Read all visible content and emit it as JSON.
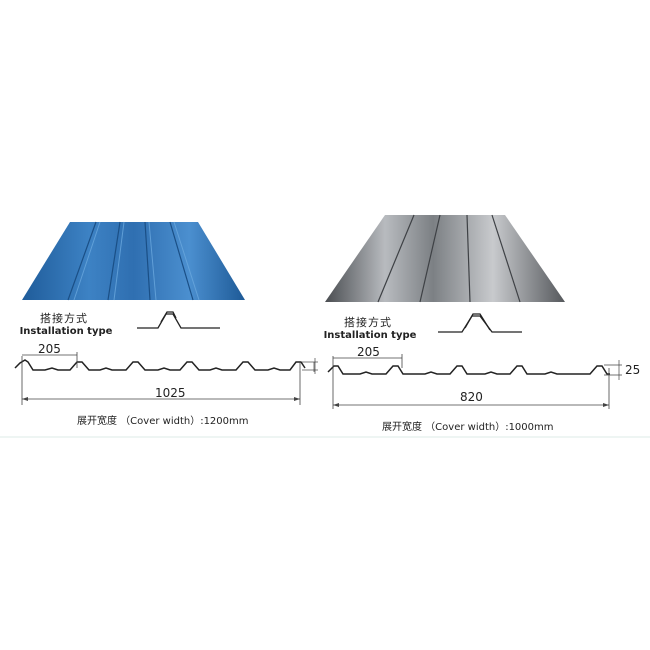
{
  "panels": [
    {
      "id": "left",
      "color": "blue",
      "sheet_color": "#2e6fb0",
      "install_label_zh": "搭接方式",
      "install_label_en": "Installation type",
      "pitch_dimension": "205",
      "cover_dimension": "1025",
      "caption": "展开宽度 （Cover width）:1200mm"
    },
    {
      "id": "right",
      "color": "silver",
      "sheet_color": "#8c8f93",
      "install_label_zh": "搭接方式",
      "install_label_en": "Installation type",
      "pitch_dimension": "205",
      "cover_dimension": "820",
      "height_dimension": "25",
      "caption": "展开宽度 （Cover width）:1000mm"
    }
  ]
}
